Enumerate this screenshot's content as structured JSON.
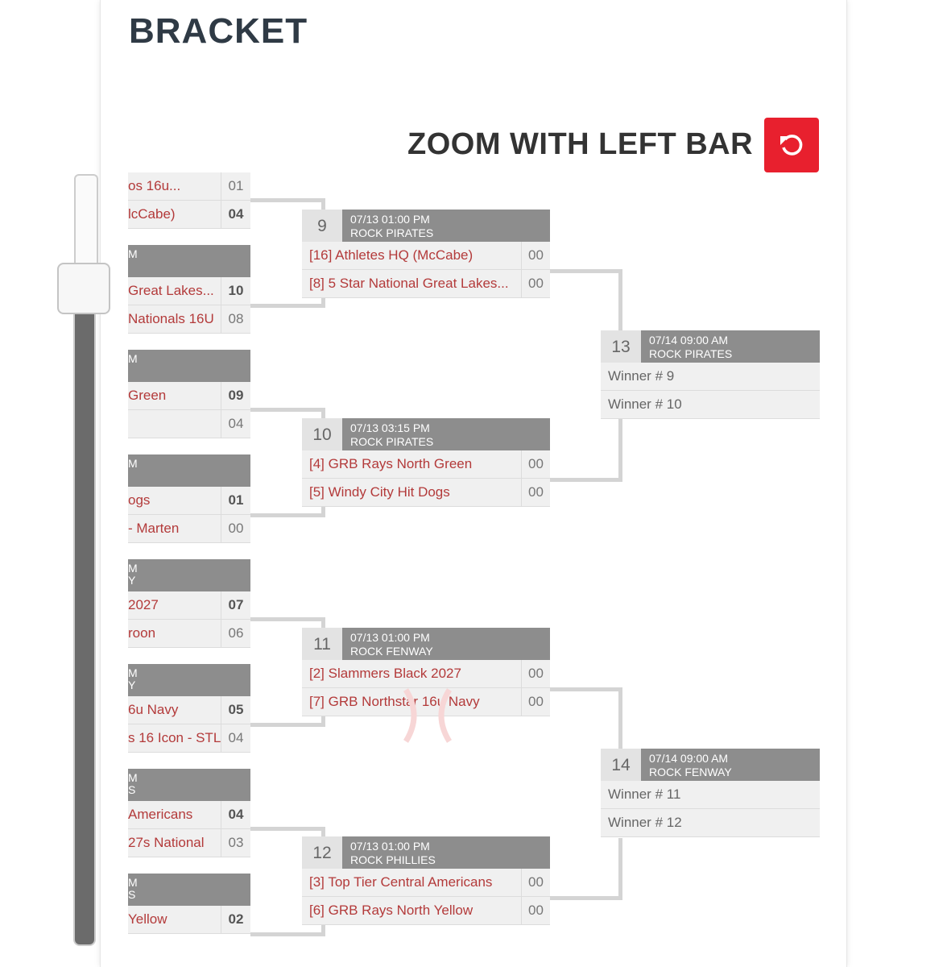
{
  "page": {
    "title": "BRACKET"
  },
  "zoom": {
    "label": "ZOOM WITH LEFT BAR",
    "reset_icon": "undo-icon",
    "accent": "#e8202e",
    "level": 0.15
  },
  "left_games": [
    {
      "head": [],
      "rows": [
        {
          "name": "os 16u...",
          "score": "01",
          "win": false
        },
        {
          "name": "lcCabe)",
          "score": "04",
          "win": true
        }
      ]
    },
    {
      "head": [
        "M"
      ],
      "rows": [
        {
          "name": "Great Lakes...",
          "score": "10",
          "win": true
        },
        {
          "name": "Nationals 16U",
          "score": "08",
          "win": false
        }
      ]
    },
    {
      "head": [
        "M"
      ],
      "rows": [
        {
          "name": "Green",
          "score": "09",
          "win": true
        },
        {
          "name": "",
          "score": "04",
          "win": false
        }
      ]
    },
    {
      "head": [
        "M"
      ],
      "rows": [
        {
          "name": "ogs",
          "score": "01",
          "win": true
        },
        {
          "name": "- Marten",
          "score": "00",
          "win": false
        }
      ]
    },
    {
      "head": [
        "M",
        "Y"
      ],
      "rows": [
        {
          "name": "2027",
          "score": "07",
          "win": true
        },
        {
          "name": "roon",
          "score": "06",
          "win": false
        }
      ]
    },
    {
      "head": [
        "M",
        "Y"
      ],
      "rows": [
        {
          "name": "6u Navy",
          "score": "05",
          "win": true
        },
        {
          "name": "s 16 Icon - STL",
          "score": "04",
          "win": false
        }
      ]
    },
    {
      "head": [
        "M",
        "S"
      ],
      "rows": [
        {
          "name": "Americans",
          "score": "04",
          "win": true
        },
        {
          "name": "27s National",
          "score": "03",
          "win": false
        }
      ]
    },
    {
      "head": [
        "M",
        "S"
      ],
      "rows": [
        {
          "name": "Yellow",
          "score": "02",
          "win": true
        }
      ]
    }
  ],
  "games": [
    {
      "num": "9",
      "time": "07/13 01:00 PM",
      "venue": "ROCK PIRATES",
      "rows": [
        {
          "name": "[16] Athletes HQ (McCabe)",
          "score": "00"
        },
        {
          "name": "[8] 5 Star National Great Lakes...",
          "score": "00"
        }
      ]
    },
    {
      "num": "10",
      "time": "07/13 03:15 PM",
      "venue": "ROCK PIRATES",
      "rows": [
        {
          "name": "[4] GRB Rays North Green",
          "score": "00"
        },
        {
          "name": "[5] Windy City Hit Dogs",
          "score": "00"
        }
      ]
    },
    {
      "num": "11",
      "time": "07/13 01:00 PM",
      "venue": "ROCK FENWAY",
      "rows": [
        {
          "name": "[2] Slammers Black 2027",
          "score": "00"
        },
        {
          "name": "[7] GRB Northstar 16u Navy",
          "score": "00"
        }
      ]
    },
    {
      "num": "12",
      "time": "07/13 01:00 PM",
      "venue": "ROCK PHILLIES",
      "rows": [
        {
          "name": "[3] Top Tier Central Americans",
          "score": "00"
        },
        {
          "name": "[6] GRB Rays North Yellow",
          "score": "00"
        }
      ]
    },
    {
      "num": "13",
      "time": "07/14 09:00 AM",
      "venue": "ROCK PIRATES",
      "rows": [
        {
          "name": "Winner # 9",
          "score": ""
        },
        {
          "name": "Winner # 10",
          "score": ""
        }
      ]
    },
    {
      "num": "14",
      "time": "07/14 09:00 AM",
      "venue": "ROCK FENWAY",
      "rows": [
        {
          "name": "Winner # 11",
          "score": ""
        },
        {
          "name": "Winner # 12",
          "score": ""
        }
      ]
    }
  ]
}
